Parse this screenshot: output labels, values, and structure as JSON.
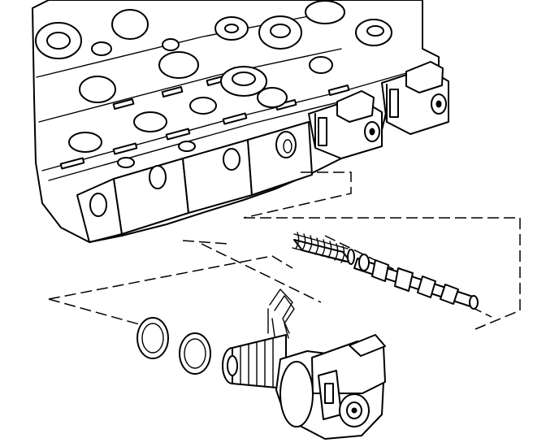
{
  "figure": {
    "colors": {
      "ink": "#000000",
      "paper": "#ffffff"
    },
    "components": [
      {
        "id": "valve-body",
        "icon": "valve-body-casting-icon"
      },
      {
        "id": "installed-solenoid-1",
        "icon": "solenoid-icon"
      },
      {
        "id": "installed-solenoid-2",
        "icon": "solenoid-icon"
      },
      {
        "id": "spring",
        "icon": "coil-spring-icon"
      },
      {
        "id": "spool-valve",
        "icon": "spool-valve-icon"
      },
      {
        "id": "retainer-clip",
        "icon": "retainer-clip-icon"
      },
      {
        "id": "o-ring-1",
        "icon": "o-ring-icon"
      },
      {
        "id": "o-ring-2",
        "icon": "o-ring-icon"
      },
      {
        "id": "pressure-control-solenoid",
        "icon": "solenoid-icon"
      }
    ]
  }
}
